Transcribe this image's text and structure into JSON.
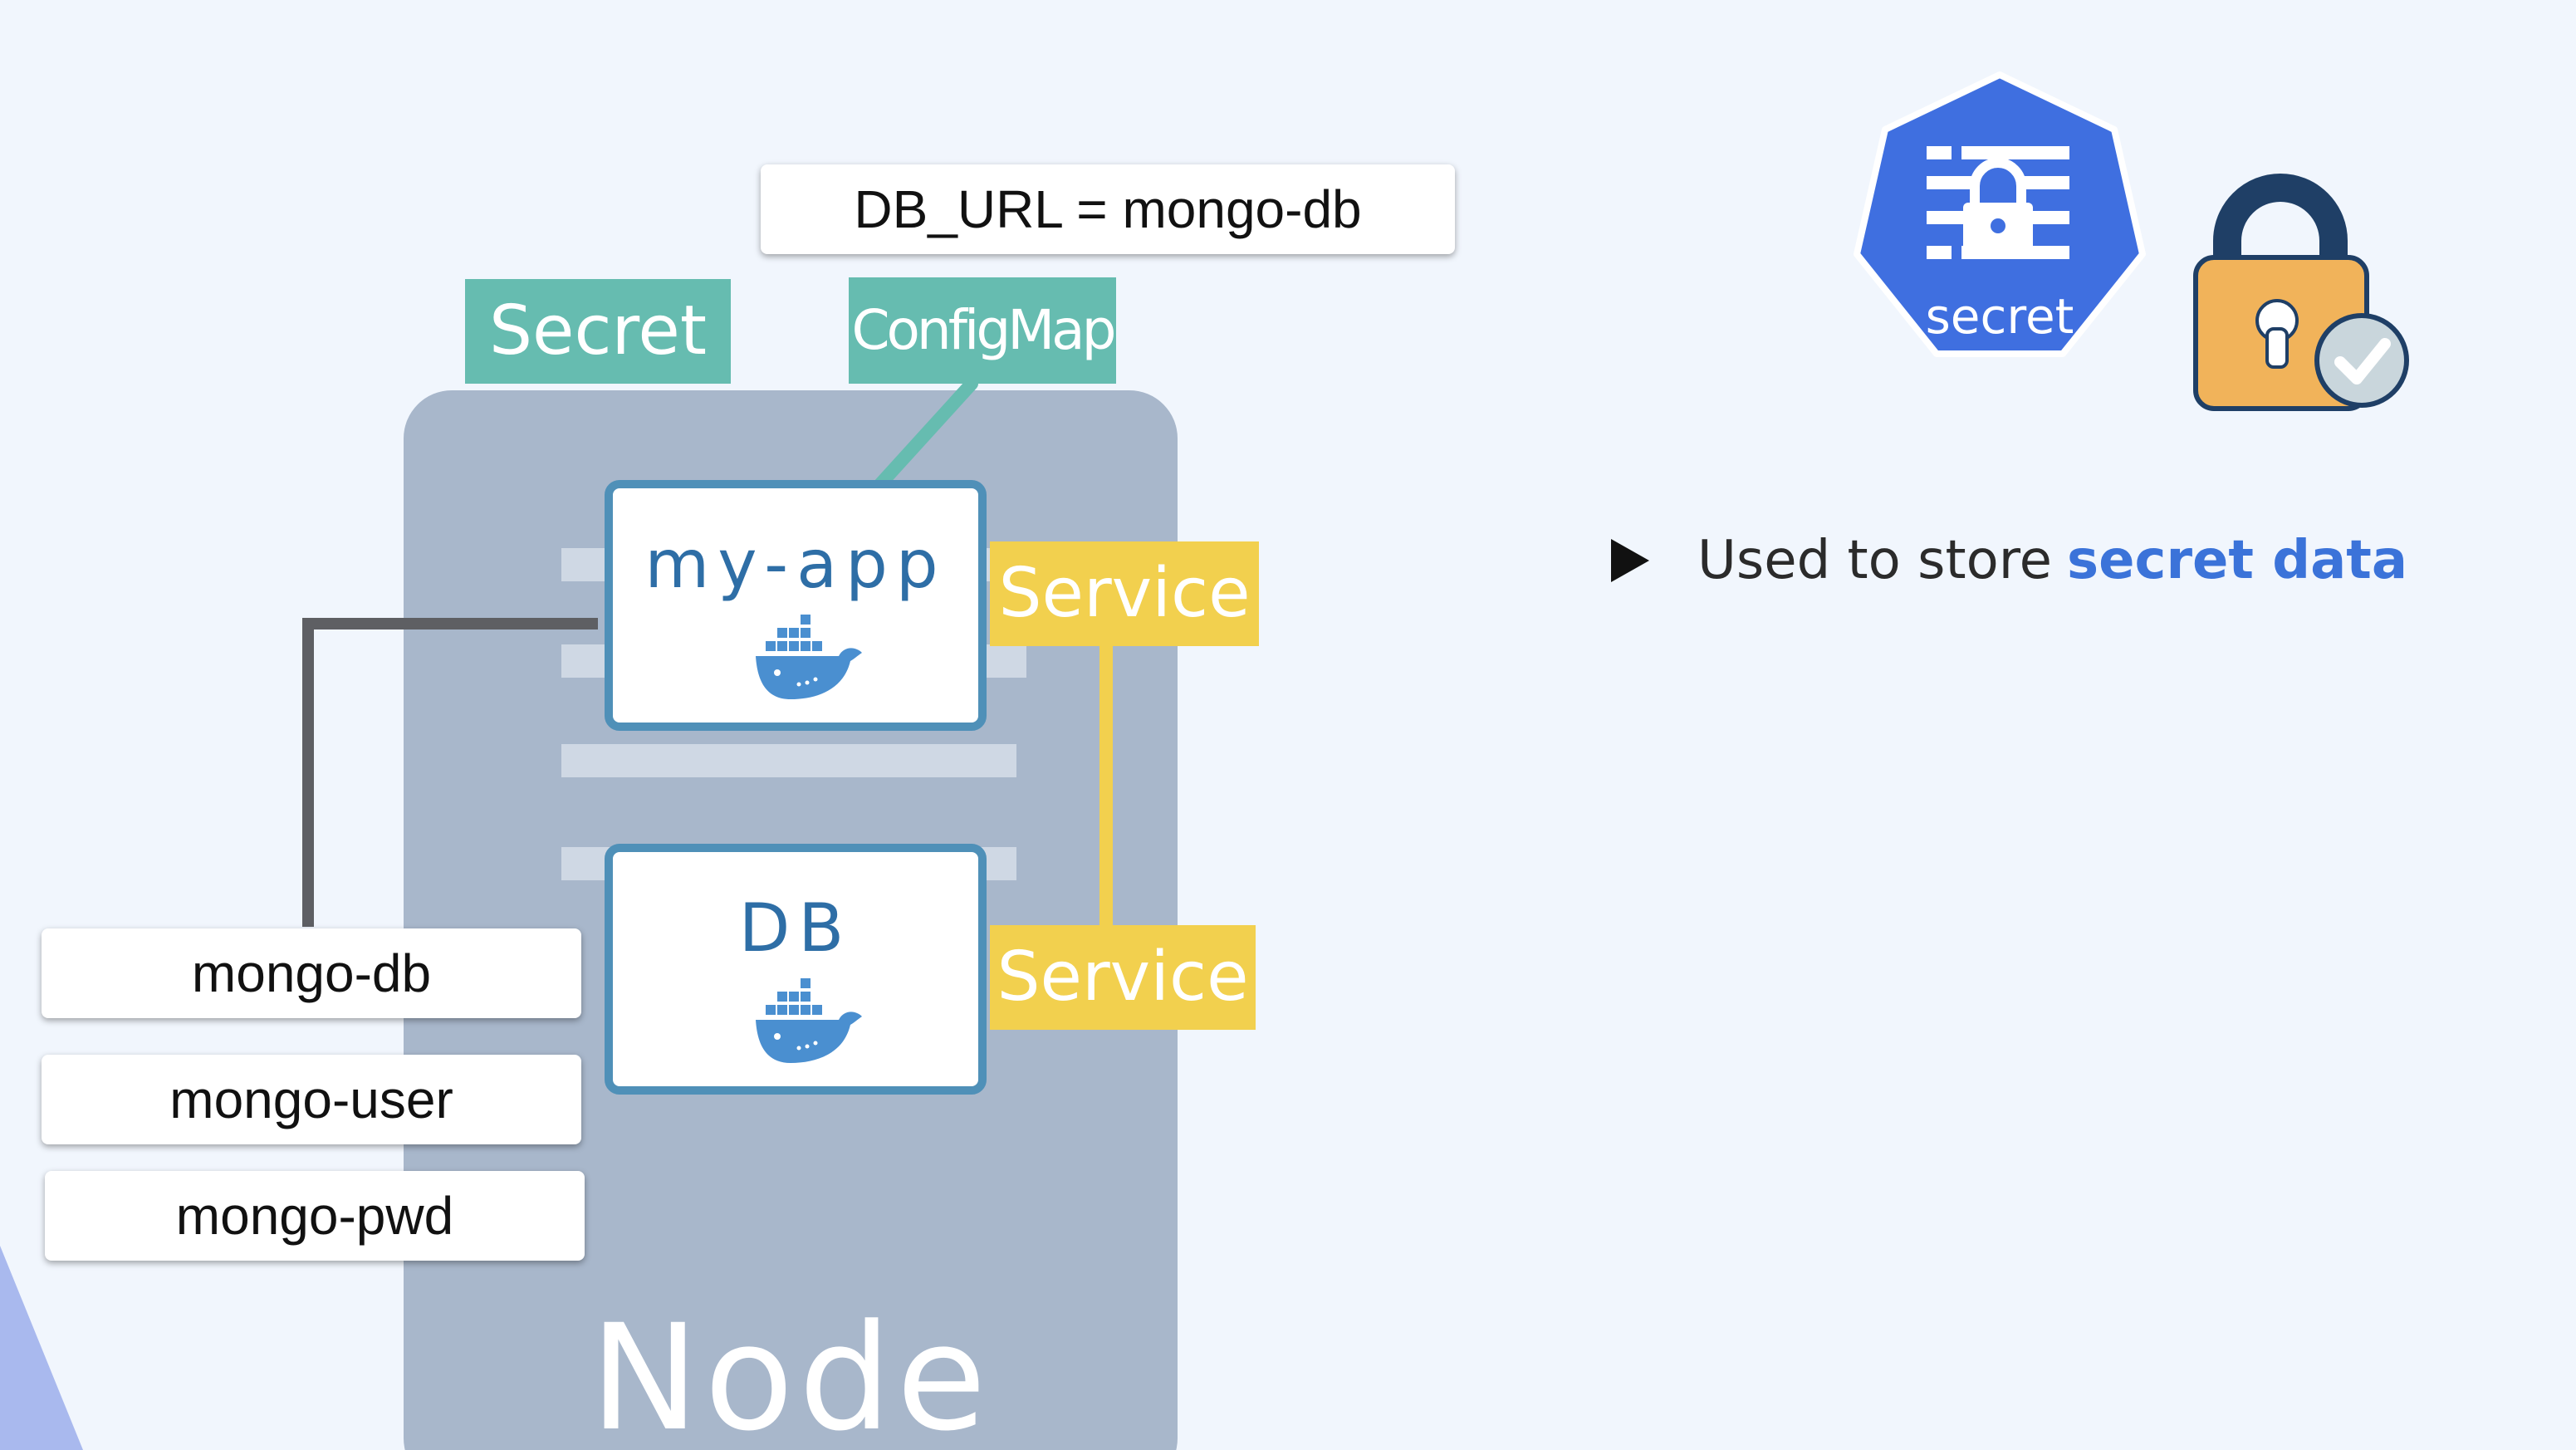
{
  "node": {
    "label": "Node"
  },
  "pods": {
    "app": {
      "label": "my-app"
    },
    "db": {
      "label": "DB"
    }
  },
  "tags": {
    "secret": "Secret",
    "configmap": "ConfigMap",
    "service_app": "Service",
    "service_db": "Service"
  },
  "configmap_entry": "DB_URL = mongo-db",
  "secret_values": [
    "mongo-db",
    "mongo-user",
    "mongo-pwd"
  ],
  "k8s_icon": {
    "label": "secret",
    "icon": "kubernetes-secret-icon"
  },
  "lock_icon": {
    "icon": "padlock-check-icon"
  },
  "bullet": {
    "text": "Used to store",
    "highlight": "secret data"
  },
  "colors": {
    "background": "#f1f6fd",
    "node_panel": "#a8b7cb",
    "pod_border": "#4f90b8",
    "teal_tag": "#66bcb0",
    "yellow_tag": "#f2d04e",
    "k8s_blue": "#3f6fe0",
    "highlight_blue": "#3b73d9",
    "lock_body": "#f1b35a",
    "lock_shackle": "#1f3f66"
  }
}
